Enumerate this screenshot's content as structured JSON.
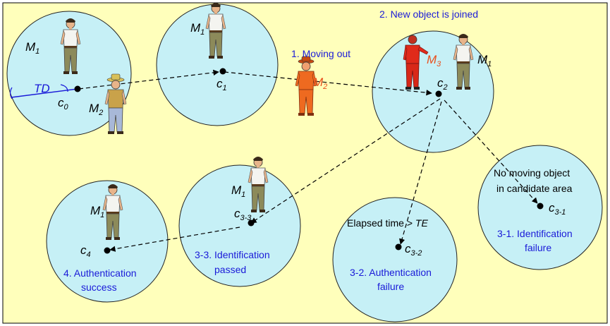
{
  "colors": {
    "background": "#ffffbb",
    "circle_fill": "#c6f0f6",
    "blue_text": "#1a1ad8",
    "orange_text": "#e8501e",
    "arrow": "#000000"
  },
  "circles": {
    "c0": {
      "point_label": "c",
      "point_sub": "0",
      "person_label": "M",
      "person_sub": "1",
      "person2_label": "M",
      "person2_sub": "2",
      "radius_label": "TD"
    },
    "c1": {
      "point_label": "c",
      "point_sub": "1",
      "person_label": "M",
      "person_sub": "1"
    },
    "c2": {
      "point_label": "c",
      "point_sub": "2",
      "person_label": "M",
      "person_sub": "1",
      "person2_label": "M",
      "person2_sub": "3",
      "caption": "2. New object is joined"
    },
    "c33": {
      "point_label": "c",
      "point_sub": "3-3",
      "person_label": "M",
      "person_sub": "1",
      "caption_line1": "3-3. Identification",
      "caption_line2": "passed"
    },
    "c4": {
      "point_label": "c",
      "point_sub": "4",
      "person_label": "M",
      "person_sub": "1",
      "caption_line1": "4. Authentication",
      "caption_line2": "success"
    },
    "c32": {
      "point_label": "c",
      "point_sub": "3-2",
      "note_prefix": "Elapsed time > ",
      "note_var": "TE",
      "caption_line1": "3-2. Authentication",
      "caption_line2": "failure"
    },
    "c31": {
      "point_label": "c",
      "point_sub": "3-1",
      "note_line1": "No moving object",
      "note_line2": "in candidate area",
      "caption_line1": "3-1. Identification",
      "caption_line2": "failure"
    }
  },
  "moving": {
    "caption": "1. Moving out",
    "person_label": "M",
    "person_sub": "2"
  }
}
